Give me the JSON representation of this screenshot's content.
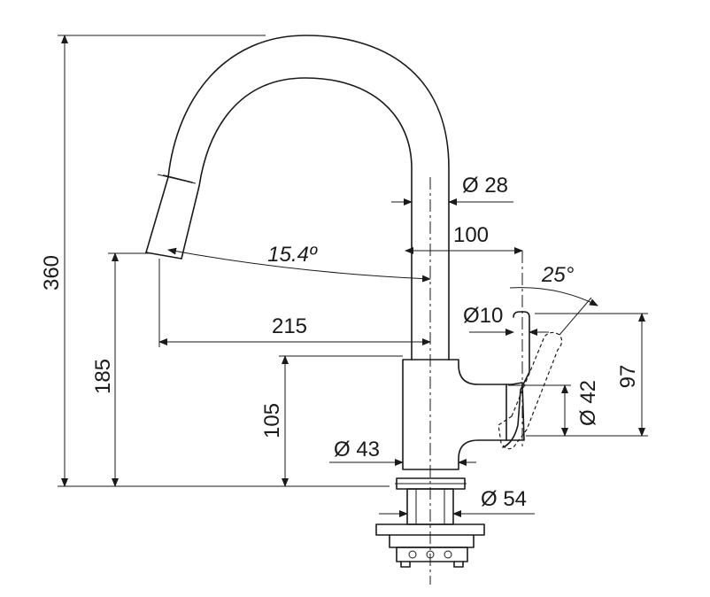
{
  "dimensions": {
    "total_height": "360",
    "spout_height": "185",
    "body_height": "105",
    "reach": "215",
    "spout_angle": "15.4º",
    "spout_diameter": "Ø 28",
    "lever_offset": "100",
    "lever_angle": "25°",
    "lever_diameter": "Ø10",
    "lever_height": "97",
    "lever_base_diameter": "Ø 42",
    "body_diameter": "Ø 43",
    "base_diameter": "Ø 54"
  }
}
